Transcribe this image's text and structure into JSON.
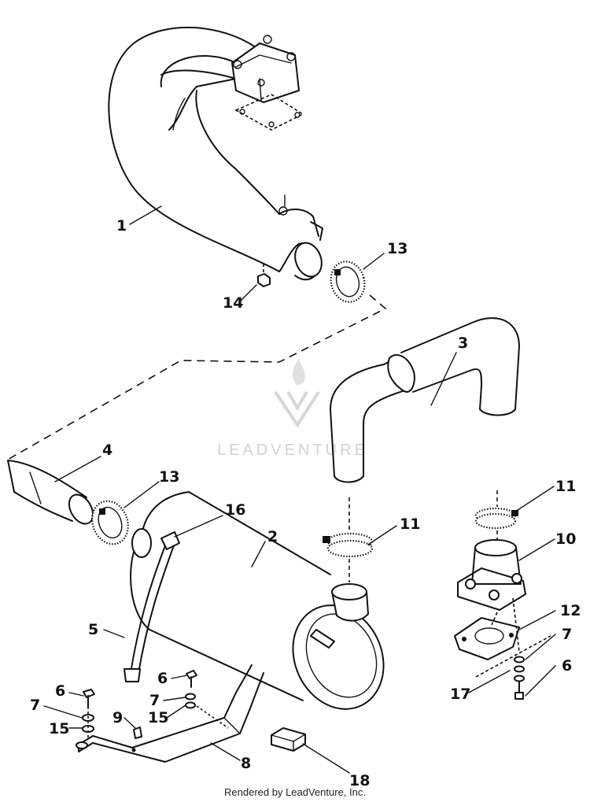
{
  "watermark": {
    "text": "LEADVENTURE"
  },
  "footer": {
    "text": "Rendered by LeadVenture, Inc."
  },
  "callouts": [
    "1",
    "2",
    "3",
    "4",
    "5",
    "6",
    "7",
    "8",
    "9",
    "10",
    "11",
    "12",
    "13",
    "14",
    "15",
    "16",
    "17",
    "18"
  ],
  "colors": {
    "line": "#111111",
    "watermark": "#d2d2d2",
    "background": "#ffffff"
  },
  "icons": {
    "watermark_logo": "flame-v-logo-icon"
  }
}
